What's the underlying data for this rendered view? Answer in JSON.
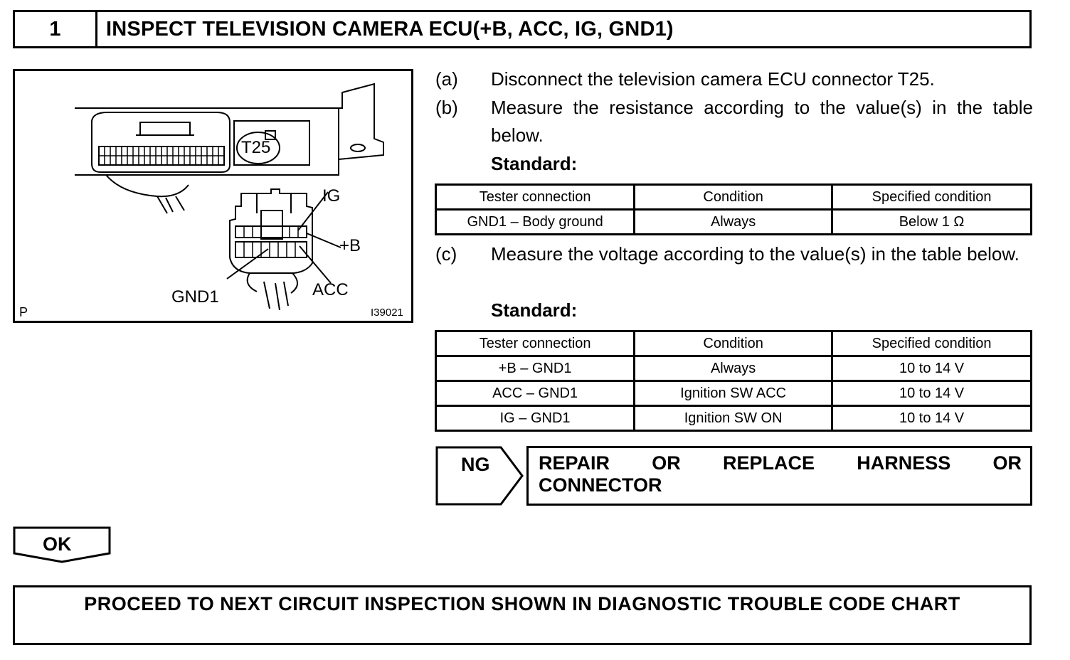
{
  "header": {
    "step_number": "1",
    "title": "INSPECT TELEVISION CAMERA ECU(+B, ACC, IG, GND1)"
  },
  "figure": {
    "connector_label": "T25",
    "terminal_labels": {
      "ig": "IG",
      "plus_b": "+B",
      "gnd1": "GND1",
      "acc": "ACC"
    },
    "corner_letter": "P",
    "figure_id": "I39021"
  },
  "steps": [
    {
      "label": "(a)",
      "text": "Disconnect the television camera ECU connector T25."
    },
    {
      "label": "(b)",
      "text": "Measure the resistance according to the value(s) in the table below."
    },
    {
      "label": "(c)",
      "text": "Measure the voltage according to the value(s) in the table below."
    }
  ],
  "standard_label": "Standard:",
  "resistance_table": {
    "headers": [
      "Tester connection",
      "Condition",
      "Specified condition"
    ],
    "rows": [
      [
        "GND1 – Body ground",
        "Always",
        "Below 1 Ω"
      ]
    ]
  },
  "voltage_table": {
    "headers": [
      "Tester connection",
      "Condition",
      "Specified condition"
    ],
    "rows": [
      [
        "+B – GND1",
        "Always",
        "10 to 14 V"
      ],
      [
        "ACC – GND1",
        "Ignition SW ACC",
        "10 to 14 V"
      ],
      [
        "IG – GND1",
        "Ignition SW ON",
        "10 to 14 V"
      ]
    ]
  },
  "ng": {
    "label": "NG",
    "action_line1": [
      "REPAIR",
      "OR",
      "REPLACE",
      "HARNESS",
      "OR"
    ],
    "action_line2": "CONNECTOR"
  },
  "ok": {
    "label": "OK"
  },
  "proceed": "PROCEED TO NEXT CIRCUIT INSPECTION SHOWN IN DIAGNOSTIC TROUBLE CODE CHART"
}
